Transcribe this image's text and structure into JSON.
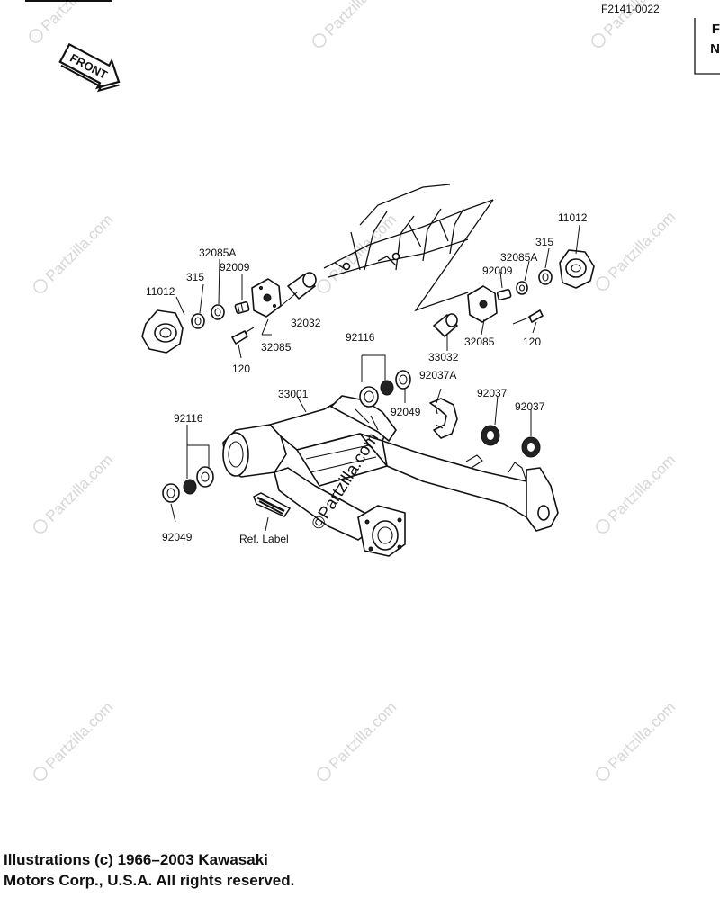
{
  "figure_id": "F2141-0022",
  "front_label": "FRONT",
  "edge_letters": [
    "F",
    "N"
  ],
  "watermark": "Partzilla.com",
  "center_watermark": "©Partzilla.com",
  "parts": {
    "p11012_left": "11012",
    "p315_left": "315",
    "p32085A_left": "32085A",
    "p92009_left": "92009",
    "p32032": "32032",
    "p32085_left": "32085",
    "p120_left": "120",
    "p92116_upper": "92116",
    "p33001": "33001",
    "p92049_upper": "92049",
    "p92116_lower": "92116",
    "p92049_lower": "92049",
    "ref_label": "Ref. Label",
    "p11012_right": "11012",
    "p315_right": "315",
    "p32085A_right": "32085A",
    "p92009_right": "92009",
    "p33032": "33032",
    "p32085_right": "32085",
    "p120_right": "120",
    "p92037A": "92037A",
    "p92037_a": "92037",
    "p92037_b": "92037"
  },
  "copyright": {
    "line1": "Illustrations (c) 1966–2003 Kawasaki",
    "line2": "Motors Corp., U.S.A.  All rights reserved."
  }
}
